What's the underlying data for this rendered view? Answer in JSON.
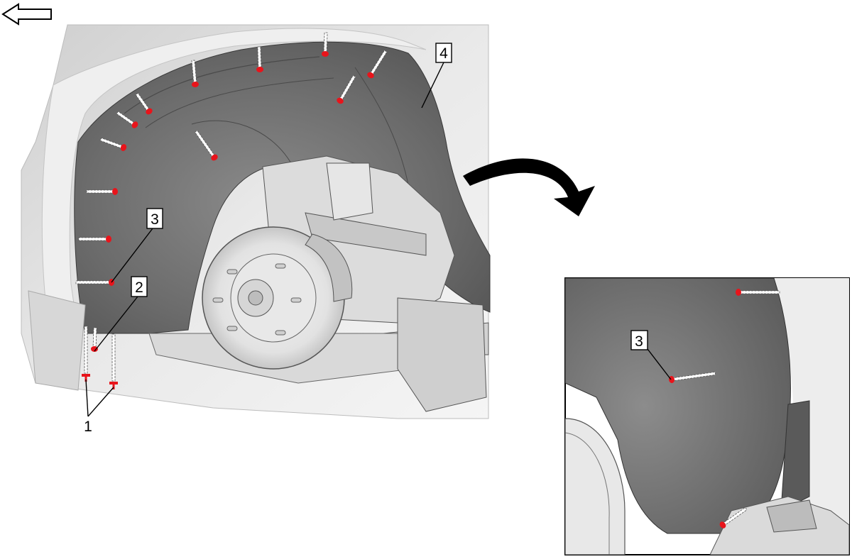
{
  "callouts": {
    "c1": "1",
    "c2": "2",
    "c3": "3",
    "c4": "4",
    "inset_c3": "3"
  },
  "icons": {
    "direction_arrow": "left-arrow-icon",
    "transition_arrow": "curved-arrow-icon",
    "fastener": "push-pin-fastener-icon"
  },
  "colors": {
    "fastener_red": "#e8141b",
    "liner_dark": "#6f6f6f",
    "body_light": "#e4e4e4",
    "outline": "#000000"
  }
}
